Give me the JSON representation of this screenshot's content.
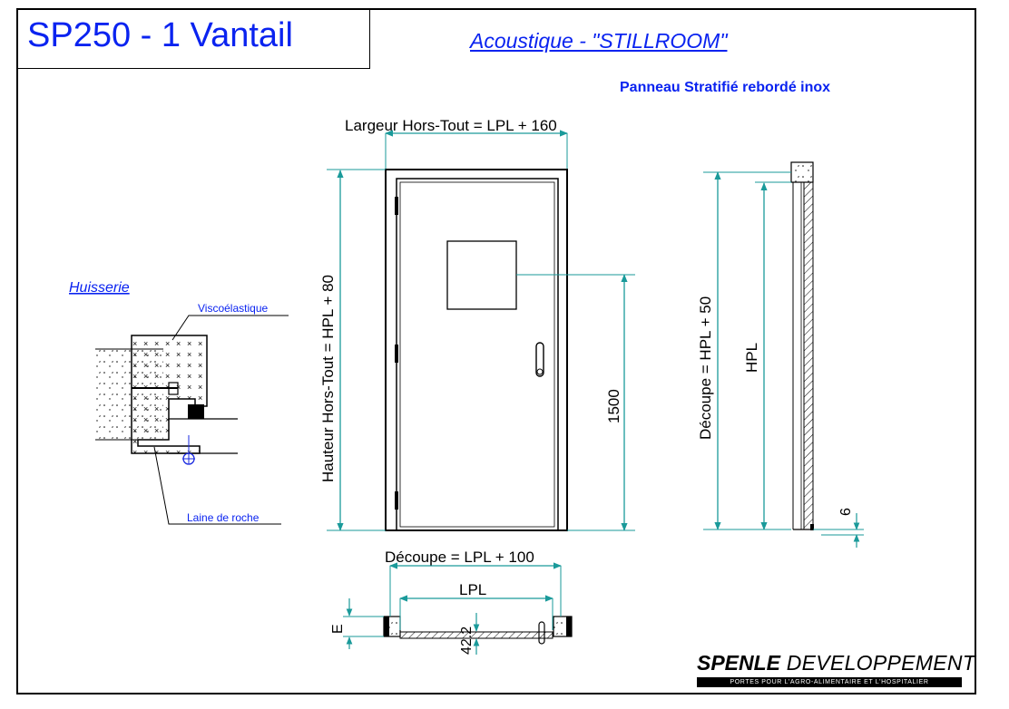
{
  "title": "SP250 - 1 Vantail",
  "subtitle": "Acoustique - \"STILLROOM\"",
  "panel_note": "Panneau Stratifié rebordé inox",
  "front_view": {
    "width_label": "Largeur Hors-Tout = LPL + 160",
    "height_label": "Hauteur Hors-Tout = HPL + 80",
    "window_dim": "1500"
  },
  "side_view": {
    "cut_label": "Découpe = HPL + 50",
    "hpl_label": "HPL",
    "gap_label": "6"
  },
  "plan_view": {
    "cut_label": "Découpe = LPL + 100",
    "lpl_label": "LPL",
    "thickness_label": "E",
    "leaf_label": "42.2"
  },
  "frame_detail": {
    "title": "Huisserie",
    "visco_label": "Viscoélastique",
    "wool_label": "Laine de roche"
  },
  "logo": {
    "brand_bold": "SPENLE",
    "brand_rest": "DEVELOPPEMENT",
    "tagline": "PORTES POUR L'AGRO-ALIMENTAIRE ET L'HOSPITALIER"
  },
  "colors": {
    "title_blue": "#0a23f0",
    "dimension_teal": "#1a9a9a",
    "line_black": "#000000"
  }
}
